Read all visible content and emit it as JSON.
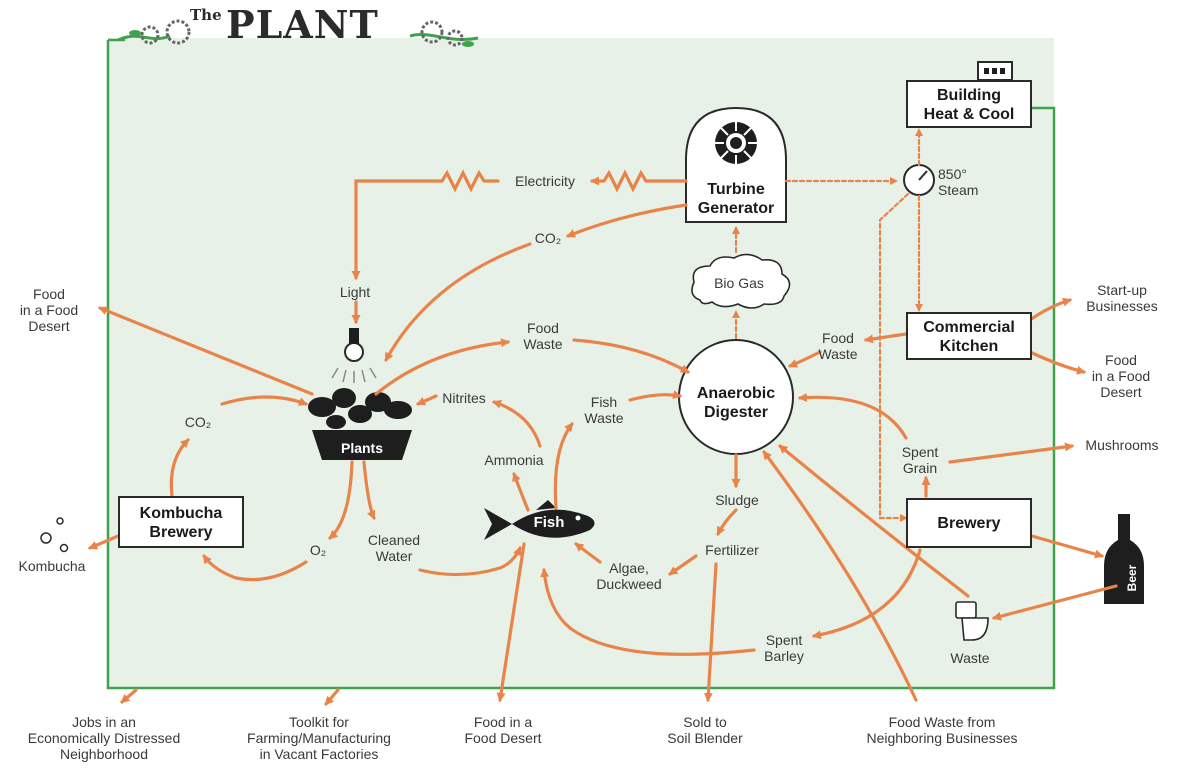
{
  "header": {
    "title_prefix": "The",
    "title": "PLANT"
  },
  "nodes": {
    "turbine_generator": "Turbine\nGenerator",
    "building_heat_cool": "Building\nHeat & Cool",
    "commercial_kitchen": "Commercial\nKitchen",
    "brewery": "Brewery",
    "kombucha_brewery": "Kombucha\nBrewery",
    "anaerobic_digester": "Anaerobic\nDigester",
    "plants": "Plants",
    "fish": "Fish",
    "beer": "Beer"
  },
  "labels": {
    "electricity": "Electricity",
    "steam": "850°\nSteam",
    "co2_top": "CO₂",
    "co2_left": "CO₂",
    "o2": "O₂",
    "light": "Light",
    "bio_gas": "Bio Gas",
    "food_waste_center": "Food\nWaste",
    "food_waste_right": "Food\nWaste",
    "nitrites": "Nitrites",
    "fish_waste": "Fish\nWaste",
    "ammonia": "Ammonia",
    "cleaned_water": "Cleaned\nWater",
    "sludge": "Sludge",
    "fertilizer": "Fertilizer",
    "algae_duckweed": "Algae,\nDuckweed",
    "spent_grain": "Spent\nGrain",
    "spent_barley": "Spent\nBarley",
    "waste": "Waste",
    "kombucha": "Kombucha",
    "mushrooms": "Mushrooms",
    "startup_businesses": "Start-up\nBusinesses",
    "food_desert_left": "Food\nin a Food\nDesert",
    "food_desert_right": "Food\nin a Food\nDesert"
  },
  "outputs": {
    "jobs": "Jobs in an\nEconomically Distressed\nNeighborhood",
    "toolkit": "Toolkit for\nFarming/Manufacturing\nin Vacant Factories",
    "food_desert_bottom": "Food in a\nFood Desert",
    "sold_soil": "Sold to\nSoil Blender",
    "food_waste_neighbors": "Food Waste from\nNeighboring Businesses"
  },
  "colors": {
    "background_panel": "#e8f1e8",
    "panel_border": "#3fa34d",
    "arrow": "#e8844a",
    "dark": "#1e1e1e",
    "title_vine": "#3fa34d"
  }
}
